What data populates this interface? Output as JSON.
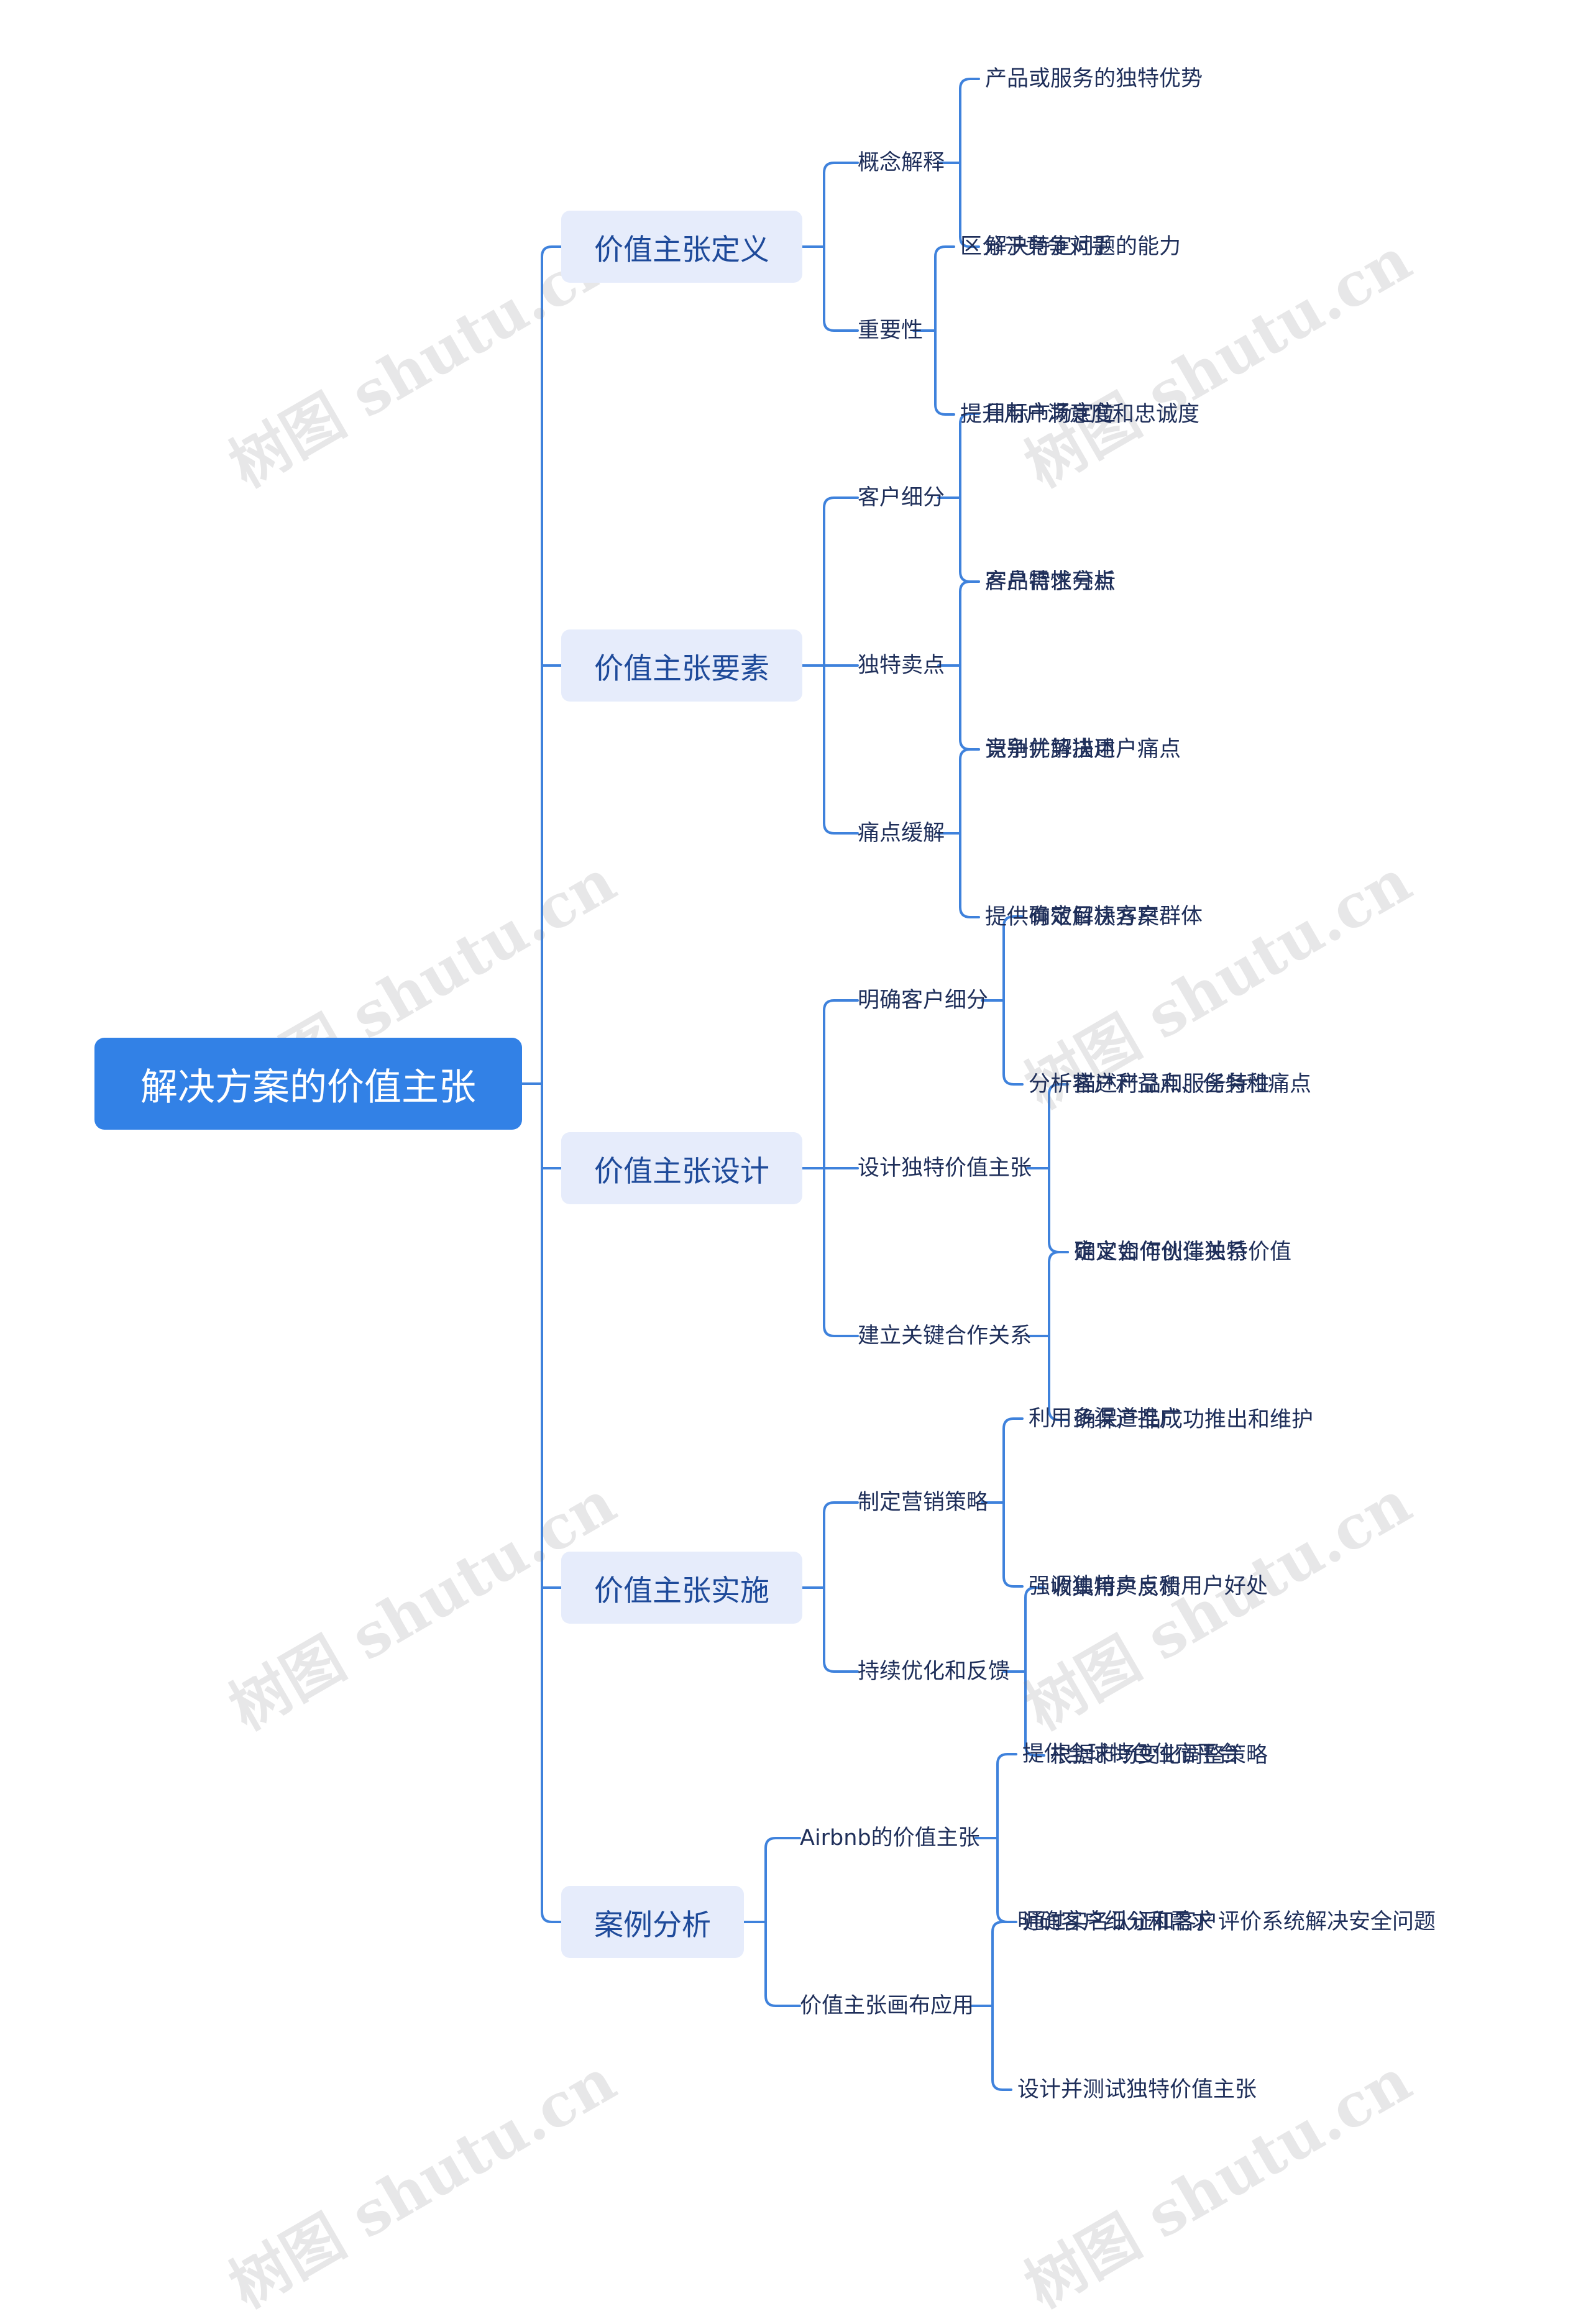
{
  "root": "解决方案的价值主张",
  "watermark": "树图 shutu.cn",
  "colors": {
    "line": "#3f82dc",
    "root_bg": "#3281e6",
    "node_bg": "#e6ecfb",
    "node_text": "#1e4a9a"
  },
  "branches": [
    {
      "label": "价值主张定义",
      "children": [
        {
          "label": "概念解释",
          "children": [
            "产品或服务的独特优势",
            "解决特定问题的能力"
          ]
        },
        {
          "label": "重要性",
          "children": [
            "区分于竞争对手",
            "提升用户满意度和忠诚度"
          ]
        }
      ]
    },
    {
      "label": "价值主张要素",
      "children": [
        {
          "label": "客户细分",
          "children": [
            "目标市场定位",
            "客户需求分析"
          ]
        },
        {
          "label": "独特卖点",
          "children": [
            "产品特性亮点",
            "竞争优势描述"
          ]
        },
        {
          "label": "痛点缓解",
          "children": [
            "识别并解决用户痛点",
            "提供有效解决方案"
          ]
        }
      ]
    },
    {
      "label": "价值主张设计",
      "children": [
        {
          "label": "明确客户细分",
          "children": [
            "确定目标客户群体",
            "分析客户利益点、任务和痛点"
          ]
        },
        {
          "label": "设计独特价值主张",
          "children": [
            "描述产品和服务特性",
            "定义如何创造独特价值"
          ]
        },
        {
          "label": "建立关键合作关系",
          "children": [
            "确定合作伙伴关系",
            "确保产品成功推出和维护"
          ]
        }
      ]
    },
    {
      "label": "价值主张实施",
      "children": [
        {
          "label": "制定营销策略",
          "children": [
            "利用多渠道推广",
            "强调独特卖点和用户好处"
          ]
        },
        {
          "label": "持续优化和反馈",
          "children": [
            "收集用户反馈",
            "根据市场变化调整策略"
          ]
        }
      ]
    },
    {
      "label": "案例分析",
      "children": [
        {
          "label": "Airbnb的价值主张",
          "children": [
            "提供全球特色住宿平台",
            "通过实名认证和客户评价系统解决安全问题"
          ]
        },
        {
          "label": "价值主张画布应用",
          "children": [
            "明确客户细分和需求",
            "设计并测试独特价值主张"
          ]
        }
      ]
    }
  ]
}
